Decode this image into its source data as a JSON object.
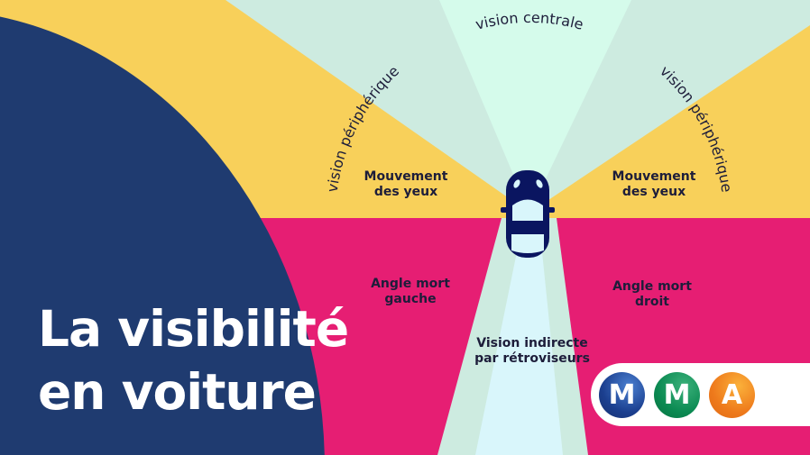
{
  "title": {
    "line1": "La visibilité",
    "line2": "en voiture"
  },
  "arcs": {
    "left": "vision périphérique",
    "center": "vision centrale",
    "right": "vision périphérique"
  },
  "zones": {
    "eyes_left": [
      "Mouvement",
      "des yeux"
    ],
    "eyes_right": [
      "Mouvement",
      "des yeux"
    ],
    "blind_left": [
      "Angle mort",
      "gauche"
    ],
    "blind_right": [
      "Angle mort",
      "droit"
    ],
    "mirrors": [
      "Vision indirecte",
      "par rétroviseurs"
    ]
  },
  "logo": {
    "letters": [
      "M",
      "M",
      "A"
    ]
  },
  "colors": {
    "yellow": "#F8D05A",
    "pink": "#E61E73",
    "mint": "#CDEBE0",
    "light": "#D5FBEB",
    "navy": "#1F3B70",
    "car": "#0A1560"
  }
}
